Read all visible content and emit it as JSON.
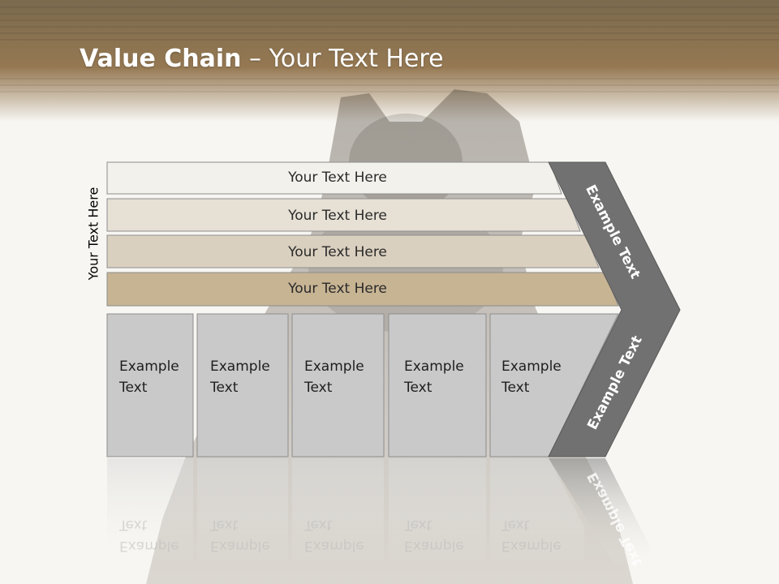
{
  "slide": {
    "title_bold": "Value Chain",
    "title_rest": " – Your Text Here",
    "vertical_label": "Your Text Here",
    "bars": [
      {
        "label": "Your Text Here"
      },
      {
        "label": "Your Text Here"
      },
      {
        "label": "Your Text Here"
      },
      {
        "label": "Your Text Here"
      }
    ],
    "boxes": [
      {
        "line1": "Example",
        "line2": "Text"
      },
      {
        "line1": "Example",
        "line2": "Text"
      },
      {
        "line1": "Example",
        "line2": "Text"
      },
      {
        "line1": "Example",
        "line2": "Text"
      },
      {
        "line1": "Example",
        "line2": "Text"
      }
    ],
    "chevron_top_label": "Example Text",
    "chevron_bottom_label": "Example Text",
    "colors": {
      "header": "#8f7448",
      "bar1": "#f3f1ec",
      "bar2": "#e6e0d5",
      "bar3": "#dad0bf",
      "bar4": "#c7b493",
      "box": "#c9c9c9",
      "chevron": "#717171"
    }
  }
}
